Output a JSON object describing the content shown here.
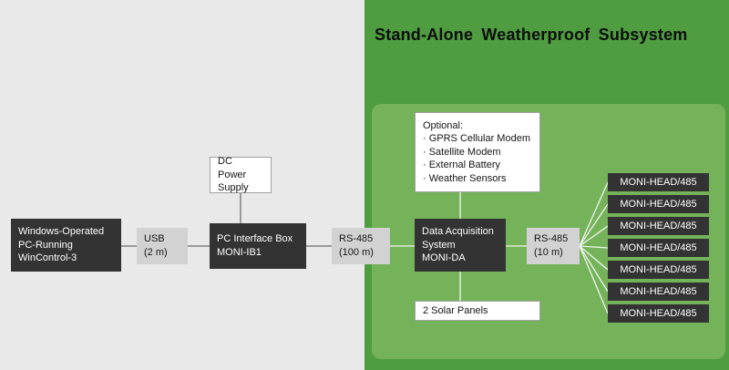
{
  "title": "Stand-Alone Weatherproof Subsystem",
  "colors": {
    "left_background": "#e9e9e9",
    "green_background": "#4f9d40",
    "panel_background": "#74b35a",
    "dark_box": "#333333",
    "gray_box": "#d2d2d2",
    "white_box": "#ffffff"
  },
  "nodes": {
    "pc": {
      "label": "Windows-Operated\nPC-Running\nWinControl-3"
    },
    "usb": {
      "label": "USB\n(2 m)"
    },
    "dc_power": {
      "label": "DC Power\nSupply"
    },
    "interface_box": {
      "label": "PC Interface Box\nMONI-IB1"
    },
    "rs485_100": {
      "label": "RS-485\n(100 m)"
    },
    "optional": {
      "label": "Optional:\n· GPRS Cellular Modem\n· Satellite Modem\n· External Battery\n· Weather Sensors"
    },
    "data_acquisition": {
      "label": "Data Acquisition\nSystem\nMONI-DA"
    },
    "rs485_10": {
      "label": "RS-485\n(10 m)"
    },
    "solar": {
      "label": "2 Solar Panels"
    },
    "heads": [
      "MONI-HEAD/485",
      "MONI-HEAD/485",
      "MONI-HEAD/485",
      "MONI-HEAD/485",
      "MONI-HEAD/485",
      "MONI-HEAD/485",
      "MONI-HEAD/485"
    ]
  }
}
